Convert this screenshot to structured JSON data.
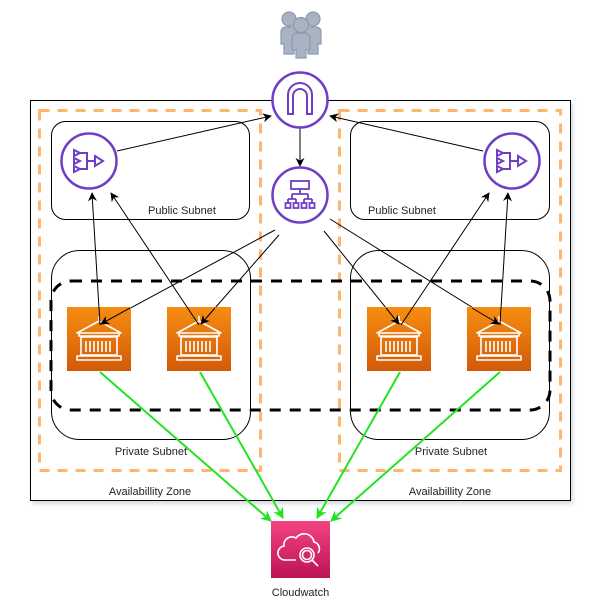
{
  "diagram": {
    "title": "",
    "colors": {
      "network_icon_purple": "#6e3fc6",
      "availability_zone_dash": "#ffb570",
      "instance_orange_top": "#f68d11",
      "instance_orange_bottom": "#d35a08",
      "cloudwatch_pink_top": "#f34482",
      "cloudwatch_pink_bottom": "#bc1356",
      "monitoring_edge_green": "#22e322",
      "users_grey": "#a9b4c2"
    },
    "nodes": {
      "users": {
        "icon": "users-icon"
      },
      "internet_gateway": {
        "icon": "internet-gateway-icon"
      },
      "load_balancer": {
        "icon": "application-load-balancer-icon"
      },
      "nat_gateway_left": {
        "icon": "nat-gateway-icon"
      },
      "nat_gateway_right": {
        "icon": "nat-gateway-icon"
      },
      "instances": [
        {
          "icon": "ec2-instance-icon"
        },
        {
          "icon": "ec2-instance-icon"
        },
        {
          "icon": "ec2-instance-icon"
        },
        {
          "icon": "ec2-instance-icon"
        }
      ],
      "cloudwatch": {
        "icon": "cloudwatch-icon",
        "label": "Cloudwatch"
      }
    },
    "zones": [
      {
        "label": "Availabillity Zone",
        "public_subnet": {
          "label": "Public Subnet"
        },
        "private_subnet": {
          "label": "Private Subnet"
        }
      },
      {
        "label": "Availabillity Zone",
        "public_subnet": {
          "label": "Public Subnet"
        },
        "private_subnet": {
          "label": "Private Subnet"
        }
      }
    ],
    "connections": [
      {
        "from": "nat_gateway_left",
        "to": "internet_gateway",
        "style": "black-arrow"
      },
      {
        "from": "nat_gateway_right",
        "to": "internet_gateway",
        "style": "black-arrow"
      },
      {
        "from": "internet_gateway",
        "to": "load_balancer",
        "style": "black-arrow"
      },
      {
        "from": "load_balancer",
        "to": "instance_1",
        "style": "black-arrow"
      },
      {
        "from": "load_balancer",
        "to": "instance_2",
        "style": "black-arrow"
      },
      {
        "from": "load_balancer",
        "to": "instance_3",
        "style": "black-arrow"
      },
      {
        "from": "load_balancer",
        "to": "instance_4",
        "style": "black-arrow"
      },
      {
        "from": "instance_1",
        "to": "nat_gateway_left",
        "style": "black-arrow"
      },
      {
        "from": "instance_2",
        "to": "nat_gateway_left",
        "style": "black-arrow"
      },
      {
        "from": "instance_3",
        "to": "nat_gateway_right",
        "style": "black-arrow"
      },
      {
        "from": "instance_4",
        "to": "nat_gateway_right",
        "style": "black-arrow"
      },
      {
        "from": "instance_1",
        "to": "cloudwatch",
        "style": "green-arrow"
      },
      {
        "from": "instance_2",
        "to": "cloudwatch",
        "style": "green-arrow"
      },
      {
        "from": "instance_3",
        "to": "cloudwatch",
        "style": "green-arrow"
      },
      {
        "from": "instance_4",
        "to": "cloudwatch",
        "style": "green-arrow"
      }
    ]
  }
}
